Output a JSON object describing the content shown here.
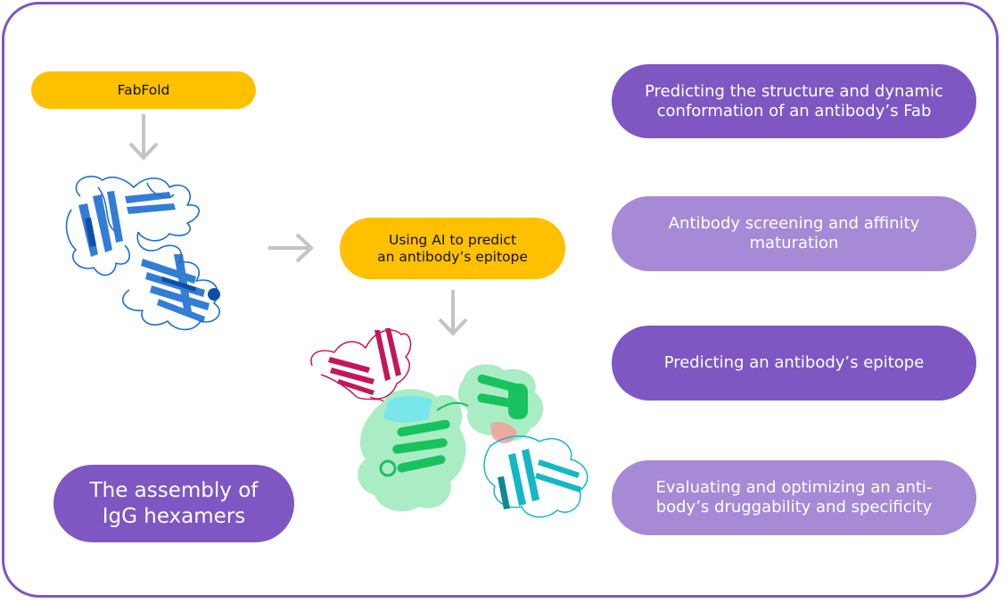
{
  "diagram": {
    "steps": {
      "fabfold": "FabFold",
      "epitope_ai": [
        "Using AI to predict",
        "an antibody’s epitope"
      ],
      "igg": [
        "The assembly of",
        "IgG hexamers"
      ]
    },
    "applications": [
      {
        "lines": [
          "Predicting the structure and dynamic",
          "conformation of an antibody’s Fab"
        ],
        "style": "dark"
      },
      {
        "lines": [
          "Antibody screening and affinity",
          "maturation"
        ],
        "style": "light"
      },
      {
        "lines": [
          "Predicting an antibody’s epitope"
        ],
        "style": "dark"
      },
      {
        "lines": [
          "Evaluating and optimizing an anti-",
          "body’s druggability and specificity"
        ],
        "style": "light"
      }
    ],
    "images": {
      "fab_structure": "Fab-structure-ribbon",
      "epitope_complex": "antibody-antigen-complex"
    },
    "colors": {
      "frame": "#7e57c2",
      "yellow": "#ffc000",
      "purple_dark": "#7e57c2",
      "purple_light": "#a68ad5",
      "arrow": "#c4c4c4",
      "fab_blue": "#1f6fd1",
      "heavy_magenta": "#c2185b",
      "antigen_green": "#22c466",
      "light_cyan": "#14b8c4"
    }
  }
}
